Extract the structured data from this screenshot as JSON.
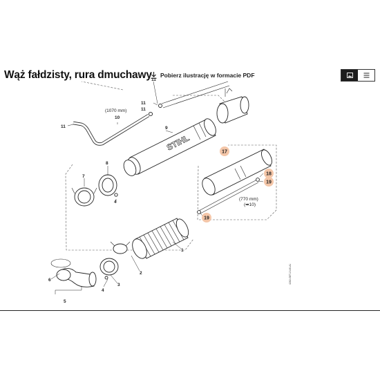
{
  "header": {
    "title": "Wąż fałdzisty, rura dmuchawy",
    "pdf_label": "Pobierz ilustrację w formacie PDF",
    "icons": [
      "download-icon",
      "image-view-icon",
      "list-view-icon"
    ]
  },
  "diagram": {
    "part_labels": [
      "1",
      "2",
      "3",
      "4",
      "4",
      "5",
      "6",
      "7",
      "8",
      "9",
      "10",
      "11",
      "11",
      "11",
      "10"
    ],
    "highlighted_labels": [
      "17",
      "18",
      "19",
      "19"
    ],
    "dimension_1": "(1070 mm)",
    "dimension_2": "(770 mm)",
    "dimension_2_ref": "(➡10)",
    "side_code": "4282-GET-2146-A1",
    "brand_text": "STIHL",
    "accent_color": "#f4c6a8"
  }
}
